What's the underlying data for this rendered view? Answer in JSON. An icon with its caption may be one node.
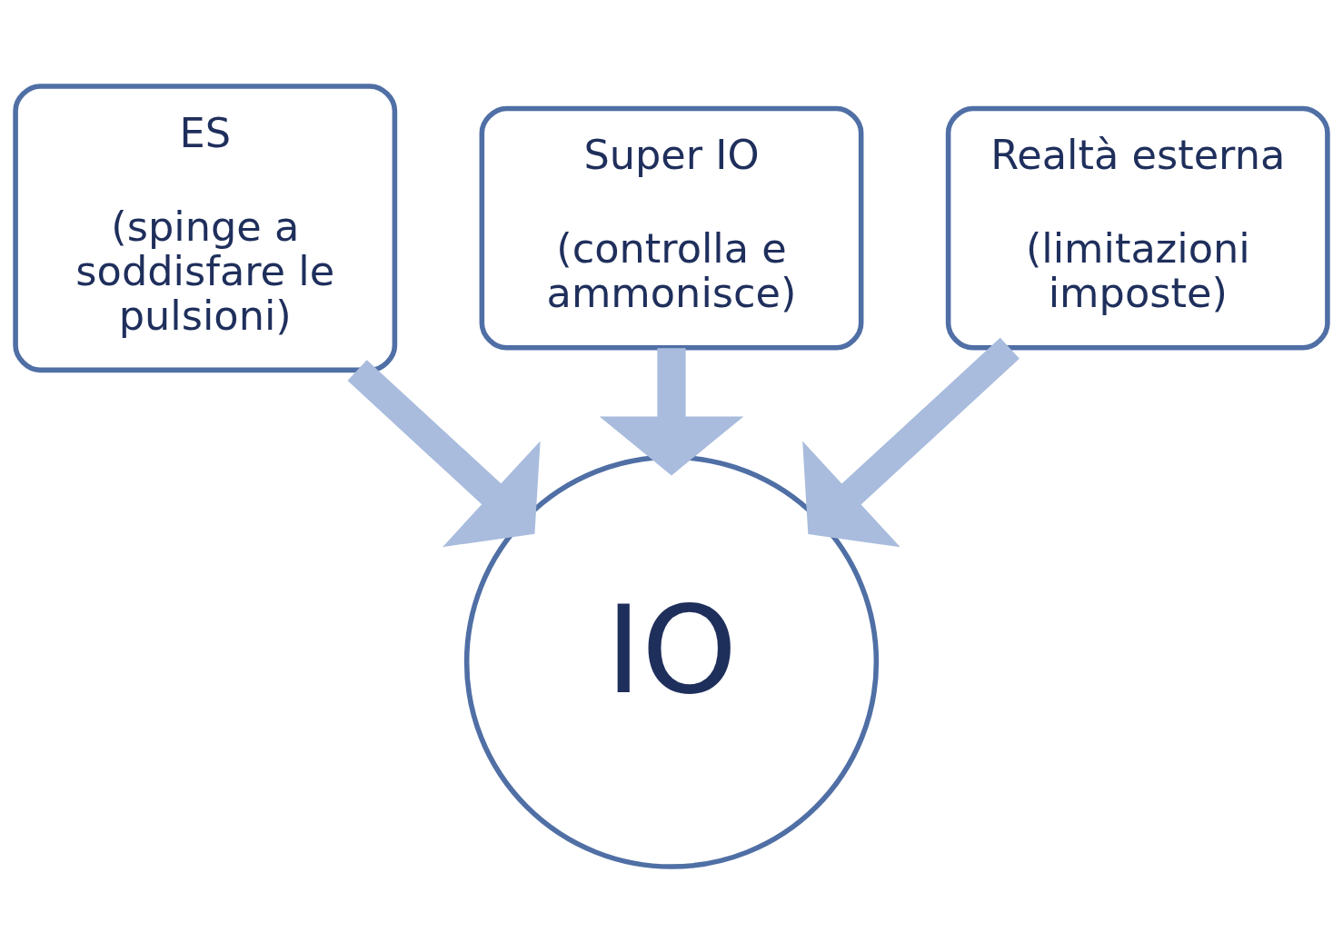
{
  "diagram": {
    "nodes": [
      {
        "text": [
          "ES",
          "(spinge a soddisfare le pulsioni)"
        ]
      },
      {
        "text": [
          "Super IO",
          "(controlla e ammonisce)"
        ]
      },
      {
        "text": [
          "Realtà esterna",
          "(limitazioni imposte)"
        ]
      },
      {
        "text": [
          "IO"
        ]
      }
    ],
    "edges": [
      {
        "from": 0,
        "to": 3,
        "arrow": "to"
      },
      {
        "from": 1,
        "to": 3,
        "arrow": "to"
      },
      {
        "from": 2,
        "to": 3,
        "arrow": "to"
      }
    ]
  }
}
